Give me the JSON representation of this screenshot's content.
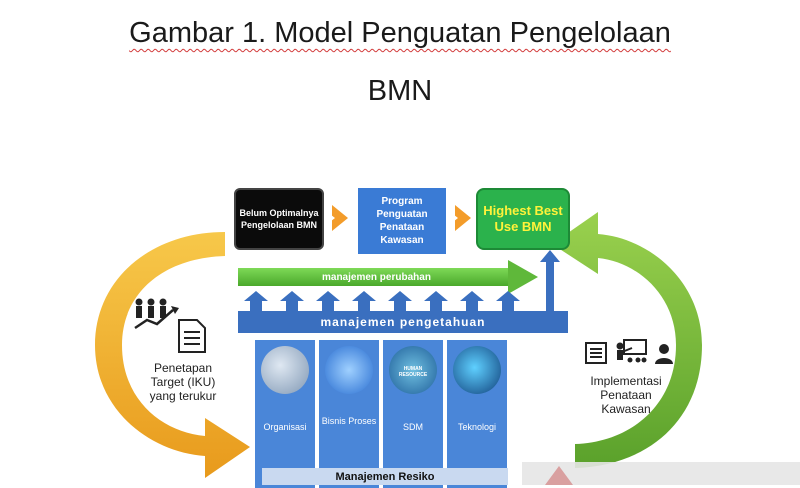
{
  "title_line1": "Gambar 1. Model Penguatan Pengelolaan",
  "title_line2": "BMN",
  "boxes": [
    "Belum Optimalnya Pengelolaan BMN",
    "Program Penguatan Penataan Kawasan",
    "Highest Best Use BMN"
  ],
  "bar_green": "manajemen perubahan",
  "bar_blue": "manajemen pengetahuan",
  "pillars": [
    "Organisasi",
    "Bisnis Proses",
    "SDM",
    "Teknologi"
  ],
  "pillar_image_text": "HUMAN RESOURCE",
  "left_caption": [
    "Penetapan",
    "Target (IKU)",
    "yang terukur"
  ],
  "right_caption": [
    "Implementasi",
    "Penataan",
    "Kawasan"
  ],
  "bottom_bar": "Manajemen Resiko",
  "colors": {
    "orange": "#f0b323",
    "green": "#7bbf3a",
    "blue": "#3a6fbf",
    "highlight": "#fff23a"
  },
  "icons": [
    "people-growth-icon",
    "document-icon",
    "newspaper-icon",
    "presentation-icon",
    "person-icon"
  ]
}
